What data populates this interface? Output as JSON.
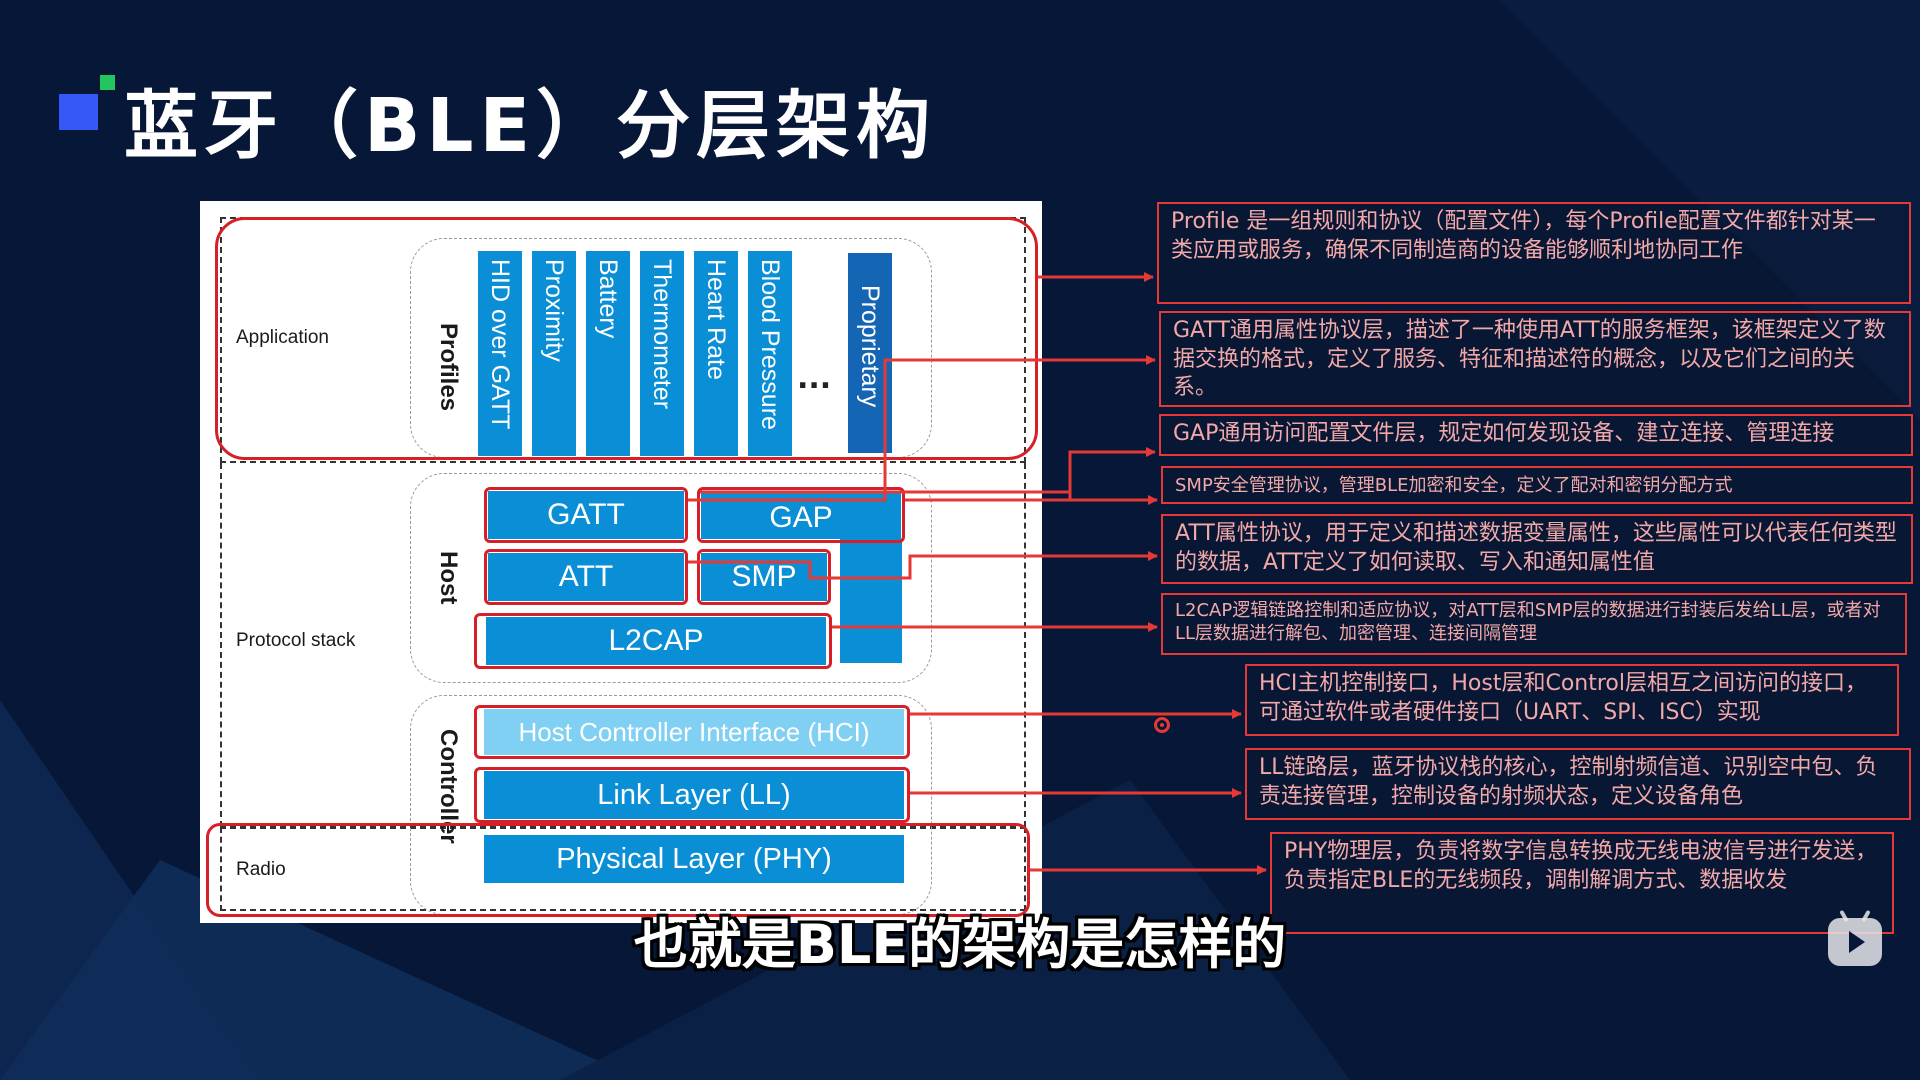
{
  "slide": {
    "title": "蓝牙（BLE）分层架构",
    "subtitle": "也就是BLE的架构是怎样的"
  },
  "diagram": {
    "layers": {
      "application": "Application",
      "protocol_stack": "Protocol stack",
      "radio": "Radio"
    },
    "groups": {
      "profiles": "Profiles",
      "host": "Host",
      "controller": "Controller"
    },
    "profiles": [
      "HID over GATT",
      "Proximity",
      "Battery",
      "Thermometer",
      "Heart Rate",
      "Blood Pressure"
    ],
    "ellipsis": "...",
    "proprietary": "Proprietary",
    "blocks": {
      "gatt": "GATT",
      "gap": "GAP",
      "att": "ATT",
      "smp": "SMP",
      "l2cap": "L2CAP",
      "hci": "Host Controller Interface (HCI)",
      "ll": "Link Layer (LL)",
      "phy": "Physical Layer (PHY)"
    }
  },
  "notes": {
    "profile": "Profile 是一组规则和协议（配置文件），每个Profile配置文件都针对某一类应用或服务，确保不同制造商的设备能够顺利地协同工作",
    "gatt": "GATT通用属性协议层，描述了一种使用ATT的服务框架，该框架定义了数据交换的格式，定义了服务、特征和描述符的概念，以及它们之间的关系。",
    "gap": "GAP通用访问配置文件层，规定如何发现设备、建立连接、管理连接",
    "smp": "SMP安全管理协议，管理BLE加密和安全，定义了配对和密钥分配方式",
    "att": "ATT属性协议，用于定义和描述数据变量属性，这些属性可以代表任何类型的数据，ATT定义了如何读取、写入和通知属性值",
    "l2cap": "L2CAP逻辑链路控制和适应协议，对ATT层和SMP层的数据进行封装后发给LL层，或者对LL层数据进行解包、加密管理、连接间隔管理",
    "hci": "HCI主机控制接口，Host层和Control层相互之间访问的接口，可通过软件或者硬件接口（UART、SPI、ISC）实现",
    "ll": "LL链路层，蓝牙协议栈的核心，控制射频信道、识别空中包、负责连接管理，控制设备的射频状态，定义设备角色",
    "phy": "PHY物理层，负责将数字信息转换成无线电波信号进行发送，负责指定BLE的无线频段，调制解调方式、数据收发"
  },
  "colors": {
    "background": "#071737",
    "accent_blue": "#3557f5",
    "accent_green": "#22c55e",
    "block_blue": "#0a8fd6",
    "block_light": "#7fd0f2",
    "proprietary": "#1565b5",
    "highlight_red": "#d61f26",
    "note_text": "#f3a8a8"
  }
}
